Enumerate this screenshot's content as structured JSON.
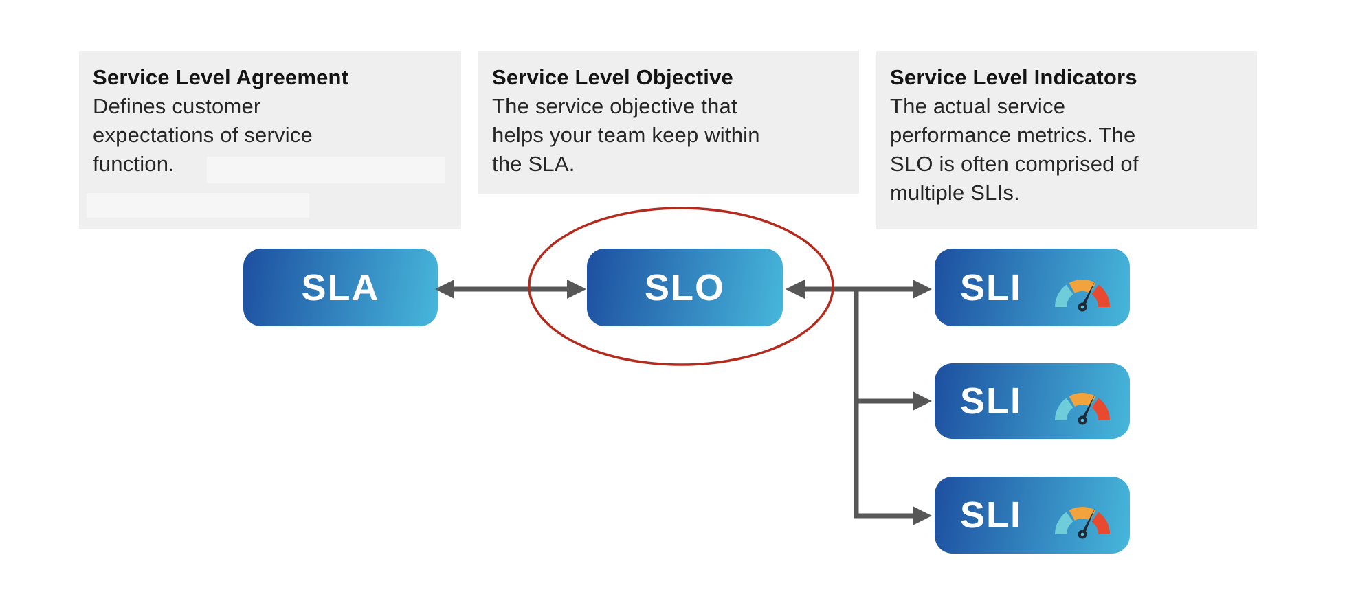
{
  "panels": [
    {
      "title": "Service Level Agreement",
      "lines": [
        "Defines customer",
        "expectations of service",
        "function."
      ]
    },
    {
      "title": "Service Level Objective",
      "lines": [
        "The service objective that",
        "helps your team keep within",
        "the SLA."
      ]
    },
    {
      "title": "Service Level Indicators",
      "lines": [
        "The actual service",
        "performance metrics. The",
        "SLO is often comprised of",
        "multiple SLIs."
      ]
    }
  ],
  "nodes": {
    "sla": {
      "label": "SLA"
    },
    "slo": {
      "label": "SLO"
    },
    "sli1": {
      "label": "SLI"
    },
    "sli2": {
      "label": "SLI"
    },
    "sli3": {
      "label": "SLI"
    }
  },
  "icons": {
    "gauge": "gauge-icon"
  },
  "colors": {
    "node_gradient_start": "#1d4fa0",
    "node_gradient_end": "#47b7db",
    "panel_bg": "#efefef",
    "connector": "#575757",
    "highlight_ellipse": "#b42a1d",
    "gauge_teal": "#6fccd9",
    "gauge_orange": "#f2a33c",
    "gauge_red": "#e8492f",
    "gauge_needle": "#1f2a36",
    "gauge_hub_center": "#56c1e0"
  }
}
